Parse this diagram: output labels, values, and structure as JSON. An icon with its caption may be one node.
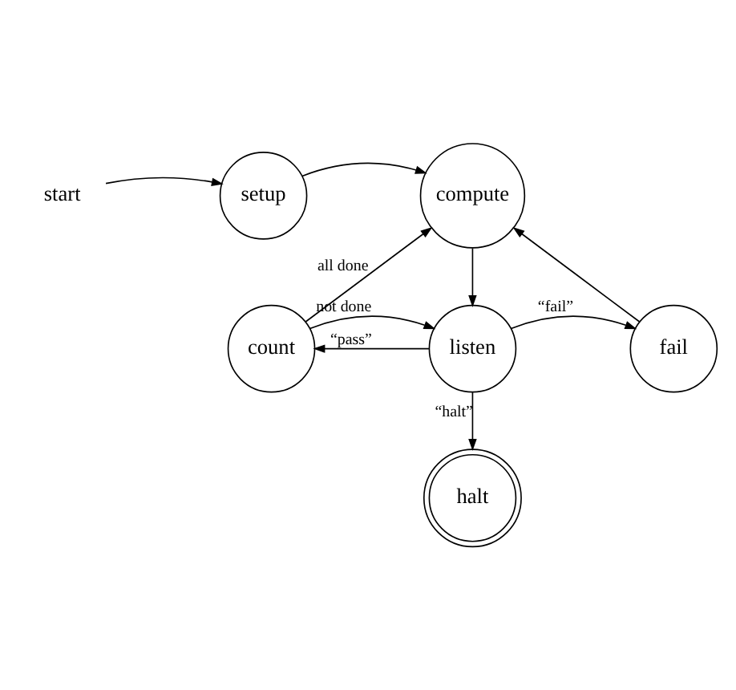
{
  "diagram": {
    "nodes": [
      {
        "text": [
          "start"
        ]
      },
      {
        "text": [
          "setup"
        ]
      },
      {
        "text": [
          "compute"
        ]
      },
      {
        "text": [
          "count"
        ]
      },
      {
        "text": [
          "listen"
        ]
      },
      {
        "text": [
          "fail"
        ]
      },
      {
        "text": [
          "halt"
        ]
      }
    ],
    "edges": [
      {
        "from": 0,
        "to": 1,
        "arrow": "to"
      },
      {
        "from": 1,
        "to": 2,
        "arrow": "to"
      },
      {
        "from": 2,
        "to": 4,
        "arrow": "to"
      },
      {
        "from": 4,
        "to": 3,
        "arrow": "to",
        "label": "“pass”"
      },
      {
        "from": 3,
        "to": 4,
        "arrow": "to",
        "label": "not done"
      },
      {
        "from": 3,
        "to": 2,
        "arrow": "to",
        "label": "all done"
      },
      {
        "from": 4,
        "to": 5,
        "arrow": "to",
        "label": "“fail”"
      },
      {
        "from": 5,
        "to": 2,
        "arrow": "to"
      },
      {
        "from": 4,
        "to": 6,
        "arrow": "to",
        "label": "“halt”"
      }
    ]
  }
}
